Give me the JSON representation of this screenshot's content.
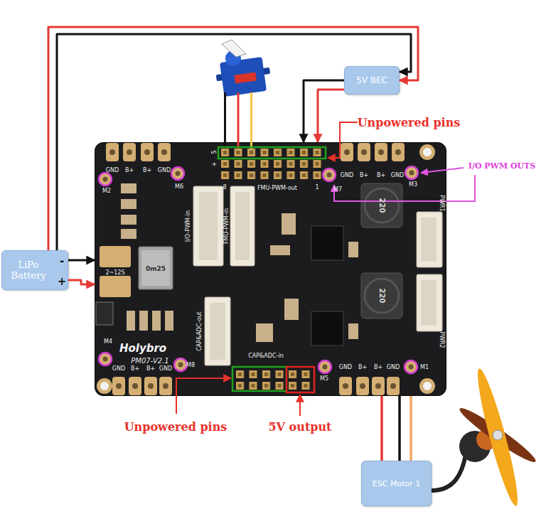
{
  "diagram": {
    "nodes": [
      {
        "text": [
          "5V BEC"
        ]
      },
      {
        "text": [
          "Holybro",
          "PM07-V2.1"
        ]
      },
      {
        "text": [
          "LiPo Battery"
        ]
      },
      {
        "text": [
          "ESC Motor 1"
        ]
      }
    ],
    "edges": [
      {
        "from": 2,
        "to": 0,
        "arrow": "to"
      },
      {
        "from": 2,
        "to": 0,
        "arrow": "to"
      },
      {
        "from": 2,
        "to": 1,
        "arrow": "to"
      },
      {
        "from": 2,
        "to": 1,
        "arrow": "to"
      },
      {
        "from": 0,
        "to": 1,
        "arrow": "to"
      },
      {
        "from": 0,
        "to": 1,
        "arrow": "to"
      },
      {
        "from": 3,
        "to": 1,
        "arrow": "none"
      },
      {
        "from": 3,
        "to": 1,
        "arrow": "none"
      },
      {
        "from": 3,
        "to": 1,
        "arrow": "none"
      }
    ],
    "labels": [
      "Unpowered pins",
      "I/O PWM OUTS",
      "S",
      "+",
      "GND",
      "B+",
      "B+",
      "GND",
      "M2",
      "M6",
      "8",
      "1",
      "FMU-PWM-out",
      "GND",
      "B+",
      "B+",
      "GND",
      "M7",
      "M3",
      "I/O-PWM-in",
      "FMU-PWM-in",
      "PWR1",
      "-",
      "+",
      "2~12S",
      "0m25",
      "220",
      "220",
      "CAP&ADC-out",
      "PWR2",
      "M4",
      "GND",
      "B+",
      "B+",
      "GND",
      "M8",
      "CAP&ADC-in",
      "M5",
      "GND",
      "B+",
      "B+",
      "GND",
      "M1",
      "Unpowered pins",
      "5V output"
    ]
  }
}
